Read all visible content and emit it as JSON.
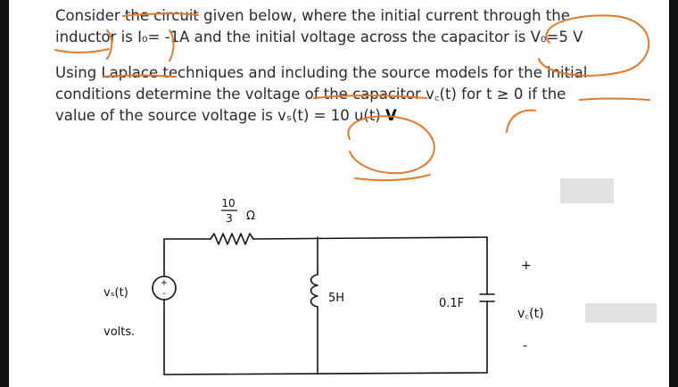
{
  "problem": {
    "paragraph1": [
      "Consider the circuit given below, where the initial current through the",
      "inductor is I₀= -1A and the initial voltage across the capacitor is V₀=5 V"
    ],
    "paragraph2": [
      "Using Laplace techniques and including the source models for the initial",
      "conditions determine the voltage of the capacitor v꜀(t)  for t ≥ 0 if the",
      "value of the source voltage is vₛ(t) = 10 u(t)"
    ],
    "bold_unit": "V"
  },
  "circuit": {
    "resistor_value_numerator": "10",
    "resistor_value_denominator": "3",
    "resistor_unit": "Ω",
    "source_label": "vₛ(t)",
    "source_unit": "volts.",
    "inductor_label": "5H",
    "capacitor_label": "0.1F",
    "output_plus": "+",
    "output_label": "v꜀(t)",
    "output_minus": "-"
  },
  "colors": {
    "annotation": "#e07a2c",
    "ink": "#111111"
  }
}
